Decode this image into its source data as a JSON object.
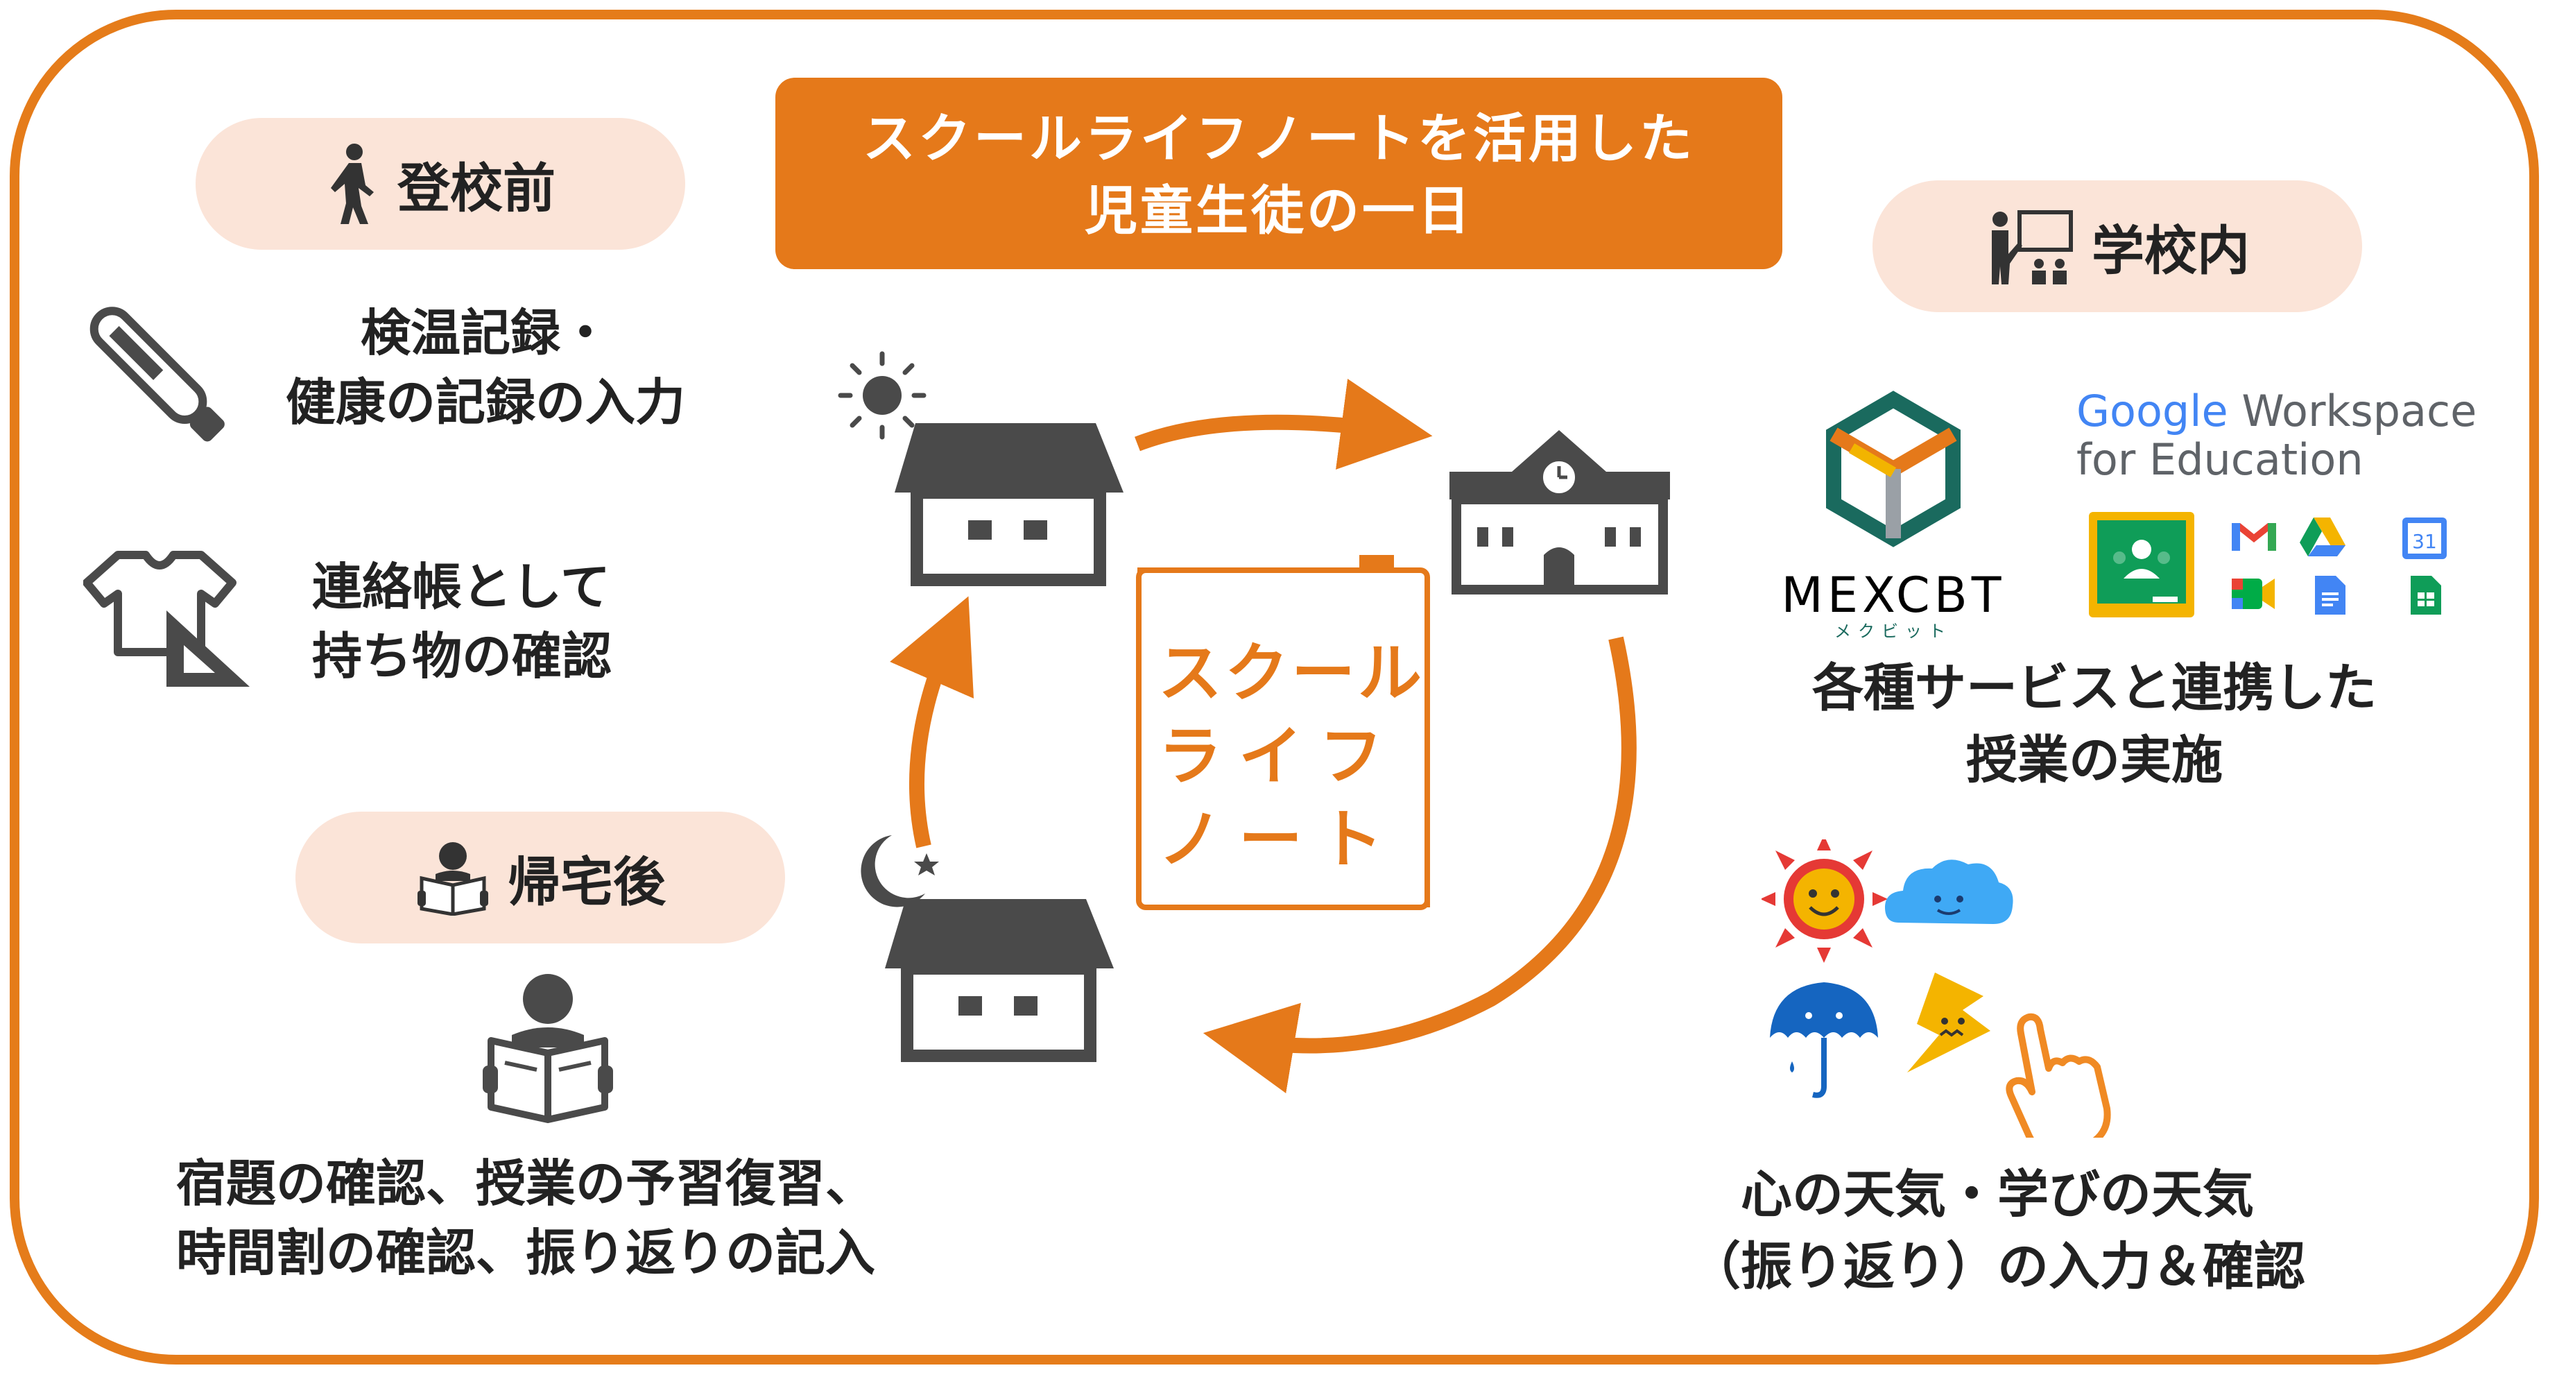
{
  "title": {
    "line1": "スクールライフノートを活用した",
    "line2": "児童生徒の一日"
  },
  "sections": {
    "before_school": "登校前",
    "at_school": "学校内",
    "after_school": "帰宅後"
  },
  "before_school_items": {
    "item1_line1": "検温記録・",
    "item1_line2": "健康の記録の入力",
    "item2_line1": "連絡帳として",
    "item2_line2": "持ち物の確認"
  },
  "after_school_items": {
    "line1": "宿題の確認、授業の予習復習、",
    "line2": "時間割の確認、振り返りの記入"
  },
  "at_school_items": {
    "item1_line1": "各種サービスと連携した",
    "item1_line2": "授業の実施",
    "item2_line1": "心の天気・学びの天気",
    "item2_line2": "（振り返り）の入力＆確認"
  },
  "notebook": {
    "line1": "スクール",
    "line2": "ライフ",
    "line3": "ノート"
  },
  "logos": {
    "mexcbt": "MEXCBT",
    "mexcbt_kana": "メクビット",
    "google_word": "Google",
    "workspace_word": "Workspace",
    "for_education": "for Education"
  },
  "colors": {
    "accent": "#E5791A",
    "pill_bg": "#FBE4D8",
    "icon_gray": "#4a4a4a"
  }
}
